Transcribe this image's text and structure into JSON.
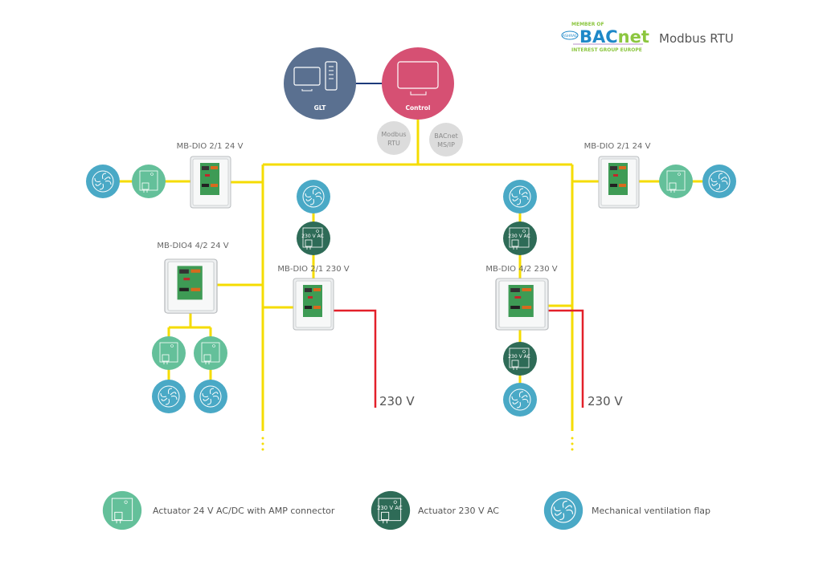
{
  "header": {
    "logo_text": {
      "member": "MEMBER OF",
      "brand": "BACnet",
      "group": "INTEREST GROUP EUROPE",
      "badge": "ASHRAE"
    },
    "protocol": "Modbus RTU"
  },
  "top": {
    "glt": "GLT",
    "control": "Control",
    "protocols": [
      "Modbus\nRTU",
      "BACnet\nMS/IP"
    ],
    "protocol_lines": [
      [
        "Modbus",
        "RTU"
      ],
      [
        "BACnet",
        "MS/IP"
      ]
    ]
  },
  "devices": {
    "left_top": "MB-DIO 2/1 24 V",
    "right_top": "MB-DIO 2/1 24 V",
    "left_mid": "MB-DIO4 4/2 24 V",
    "center_left": "MB-DIO 2/1 230 V",
    "center_right": "MB-DIO 4/2 230 V"
  },
  "actuator_230_text": "230 V AC",
  "power": {
    "left": "230 V",
    "right": "230 V"
  },
  "continuation": "⋮",
  "legend": {
    "actuator_24": "Actuator 24 V AC/DC with AMP connector",
    "actuator_230": "Actuator 230 V AC",
    "flap": "Mechanical ventilation flap"
  },
  "colors": {
    "glt": "#5a7090",
    "control": "#d65073",
    "bus": "#f5dc00",
    "power": "#e3202a",
    "flap": "#4aa9c6",
    "actuator_24": "#64c09a",
    "actuator_230": "#2e6b57",
    "protocol": "#dcdcdc",
    "bacnet_blue": "#1e88c8",
    "bacnet_green": "#8cc63f"
  }
}
